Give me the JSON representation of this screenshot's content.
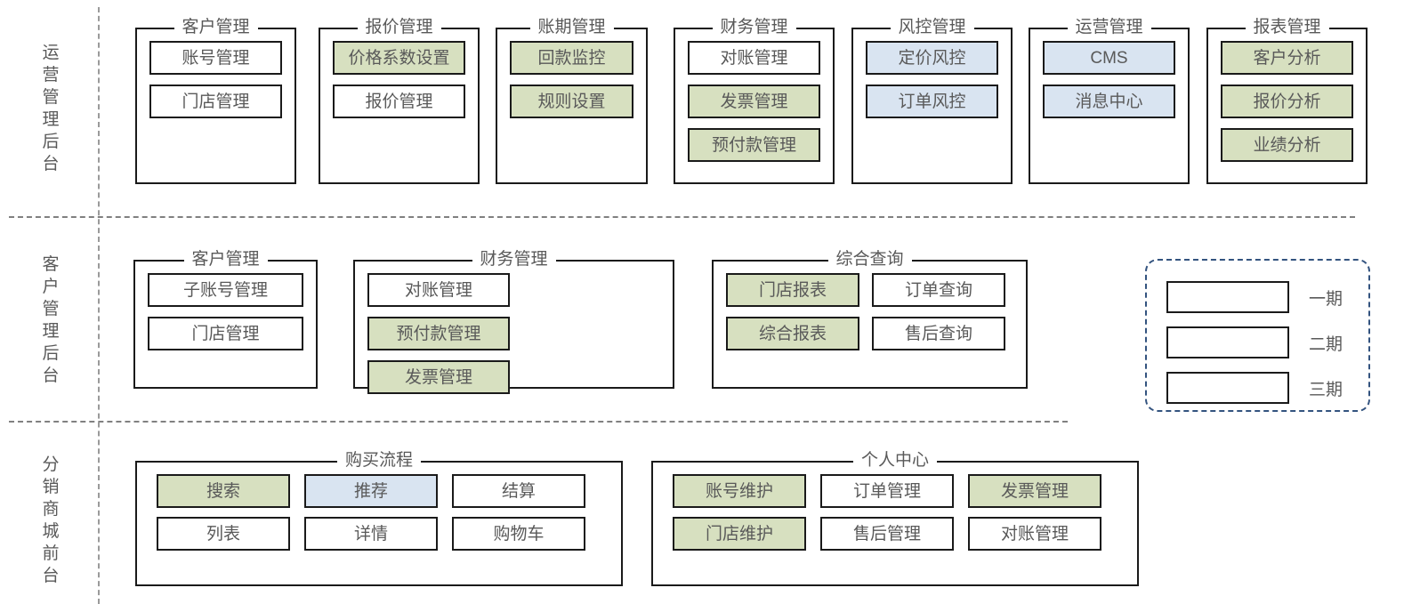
{
  "lanes": [
    {
      "id": "ops-backend",
      "label": "运营管理后台"
    },
    {
      "id": "customer-backend",
      "label": "客户管理后台"
    },
    {
      "id": "distributor-frontend",
      "label": "分销商城前台"
    }
  ],
  "phases": {
    "phase1": {
      "label": "一期",
      "color": "#ffffff"
    },
    "phase2": {
      "label": "二期",
      "color": "#d7e0c0"
    },
    "phase3": {
      "label": "三期",
      "color": "#d9e4f1"
    }
  },
  "row1": {
    "groups": [
      {
        "title": "客户管理",
        "items": [
          {
            "label": "账号管理",
            "phase": "phase1"
          },
          {
            "label": "门店管理",
            "phase": "phase1"
          }
        ]
      },
      {
        "title": "报价管理",
        "items": [
          {
            "label": "价格系数设置",
            "phase": "phase2"
          },
          {
            "label": "报价管理",
            "phase": "phase1"
          }
        ]
      },
      {
        "title": "账期管理",
        "items": [
          {
            "label": "回款监控",
            "phase": "phase2"
          },
          {
            "label": "规则设置",
            "phase": "phase2"
          }
        ]
      },
      {
        "title": "财务管理",
        "items": [
          {
            "label": "对账管理",
            "phase": "phase1"
          },
          {
            "label": "发票管理",
            "phase": "phase2"
          },
          {
            "label": "预付款管理",
            "phase": "phase2"
          }
        ]
      },
      {
        "title": "风控管理",
        "items": [
          {
            "label": "定价风控",
            "phase": "phase3"
          },
          {
            "label": "订单风控",
            "phase": "phase3"
          }
        ]
      },
      {
        "title": "运营管理",
        "items": [
          {
            "label": "CMS",
            "phase": "phase3"
          },
          {
            "label": "消息中心",
            "phase": "phase3"
          }
        ]
      },
      {
        "title": "报表管理",
        "items": [
          {
            "label": "客户分析",
            "phase": "phase2"
          },
          {
            "label": "报价分析",
            "phase": "phase2"
          },
          {
            "label": "业绩分析",
            "phase": "phase2"
          }
        ]
      }
    ]
  },
  "row2": {
    "groups": [
      {
        "title": "客户管理",
        "items": [
          {
            "label": "子账号管理",
            "phase": "phase1"
          },
          {
            "label": "门店管理",
            "phase": "phase1"
          }
        ]
      },
      {
        "title": "财务管理",
        "items": [
          {
            "label": "对账管理",
            "phase": "phase1"
          },
          {
            "label": "预付款管理",
            "phase": "phase2"
          },
          {
            "label": "发票管理",
            "phase": "phase2"
          }
        ]
      },
      {
        "title": "综合查询",
        "items": [
          {
            "label": "门店报表",
            "phase": "phase2"
          },
          {
            "label": "订单查询",
            "phase": "phase1"
          },
          {
            "label": "综合报表",
            "phase": "phase2"
          },
          {
            "label": "售后查询",
            "phase": "phase1"
          }
        ]
      }
    ]
  },
  "row3": {
    "groups": [
      {
        "title": "购买流程",
        "items": [
          {
            "label": "搜索",
            "phase": "phase2"
          },
          {
            "label": "推荐",
            "phase": "phase3"
          },
          {
            "label": "结算",
            "phase": "phase1"
          },
          {
            "label": "列表",
            "phase": "phase1"
          },
          {
            "label": "详情",
            "phase": "phase1"
          },
          {
            "label": "购物车",
            "phase": "phase1"
          }
        ]
      },
      {
        "title": "个人中心",
        "items": [
          {
            "label": "账号维护",
            "phase": "phase2"
          },
          {
            "label": "订单管理",
            "phase": "phase1"
          },
          {
            "label": "发票管理",
            "phase": "phase2"
          },
          {
            "label": "门店维护",
            "phase": "phase2"
          },
          {
            "label": "售后管理",
            "phase": "phase1"
          },
          {
            "label": "对账管理",
            "phase": "phase1"
          }
        ]
      }
    ]
  },
  "legend": {
    "rows": [
      {
        "phase": "phase1",
        "label": "一期"
      },
      {
        "phase": "phase2",
        "label": "二期"
      },
      {
        "phase": "phase3",
        "label": "三期"
      }
    ]
  }
}
